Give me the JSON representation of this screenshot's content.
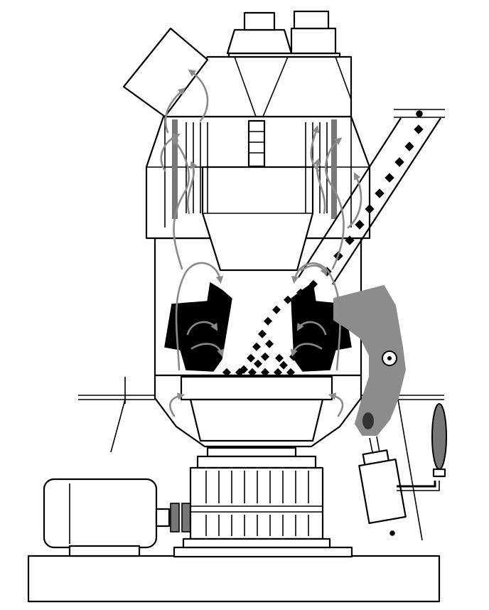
{
  "diagram": {
    "colors": {
      "outline": "#000000",
      "fill": "#ffffff",
      "airflow": "#8a8a8a",
      "rocker_arm": "#8c8c8c",
      "material": "#000000",
      "roller": "#000000"
    },
    "components": [
      "classifier-top",
      "separator-cage",
      "discharge-outlet",
      "feed-chute",
      "grinding-rollers",
      "grinding-table",
      "mill-housing",
      "rocker-arm",
      "hydraulic-cylinder",
      "accumulator",
      "gearbox",
      "coupling",
      "drive-motor",
      "base-frame"
    ]
  }
}
